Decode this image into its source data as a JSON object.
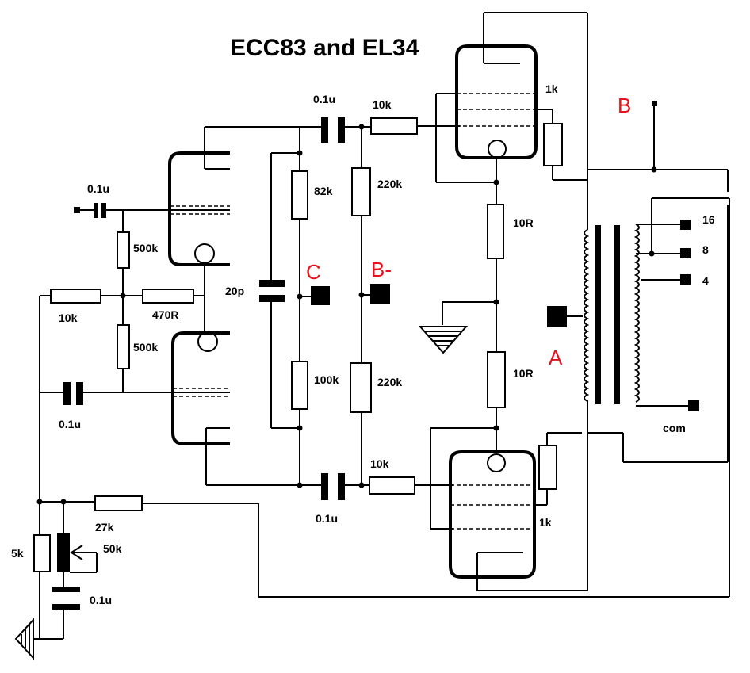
{
  "title": "ECC83 and EL34",
  "markers": {
    "a": "A",
    "b": "B",
    "b_minus": "B-",
    "c": "C"
  },
  "components": {
    "c_in": "0.1u",
    "r_grid_top": "500k",
    "r_grid_bottom": "500k",
    "r_in_10k": "10k",
    "r_470": "470R",
    "c_fb": "0.1u",
    "c_coupling_top": "0.1u",
    "r_plate_82k": "82k",
    "r_220k_top": "220k",
    "c_20p": "20p",
    "r_100k": "100k",
    "r_220k_bottom": "220k",
    "c_coupling_bottom": "0.1u",
    "r_grid_stop_top": "10k",
    "r_grid_stop_bottom": "10k",
    "r_screen_top": "1k",
    "r_screen_bottom": "1k",
    "r_cathode_top": "10R",
    "r_cathode_bottom": "10R",
    "r_5k": "5k",
    "r_27k": "27k",
    "pot_50k": "50k",
    "c_pres": "0.1u"
  },
  "taps": {
    "t16": "16",
    "t8": "8",
    "t4": "4",
    "com": "com"
  }
}
